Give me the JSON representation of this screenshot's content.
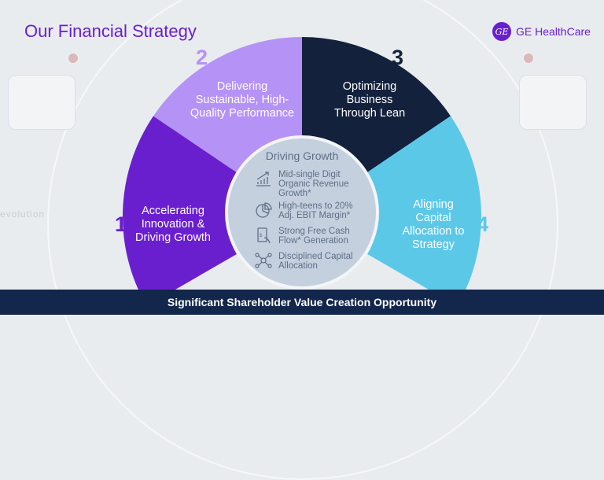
{
  "header": {
    "title": "Our Financial Strategy",
    "logo_text": "GE HealthCare",
    "logo_monogram": "GE"
  },
  "background_text": "evolution",
  "segments": [
    {
      "number": "1",
      "label": "Accelerating Innovation & Driving Growth",
      "color": "#6a1fcf"
    },
    {
      "number": "2",
      "label": "Delivering Sustainable, High-Quality Performance",
      "color": "#b592f5"
    },
    {
      "number": "3",
      "label": "Optimizing Business Through Lean",
      "color": "#13213d"
    },
    {
      "number": "4",
      "label": "Aligning Capital Allocation to Strategy",
      "color": "#5cc8e8"
    }
  ],
  "center": {
    "title": "Driving Growth",
    "items": [
      {
        "icon": "growth-chart-icon",
        "text": "Mid-single Digit Organic Revenue Growth*"
      },
      {
        "icon": "pie-chart-icon",
        "text": "High-teens to 20% Adj. EBIT Margin*"
      },
      {
        "icon": "cash-phone-icon",
        "text": "Strong Free Cash Flow* Generation"
      },
      {
        "icon": "network-icon",
        "text": "Disciplined Capital Allocation"
      }
    ]
  },
  "banner": "Significant Shareholder Value Creation Opportunity"
}
